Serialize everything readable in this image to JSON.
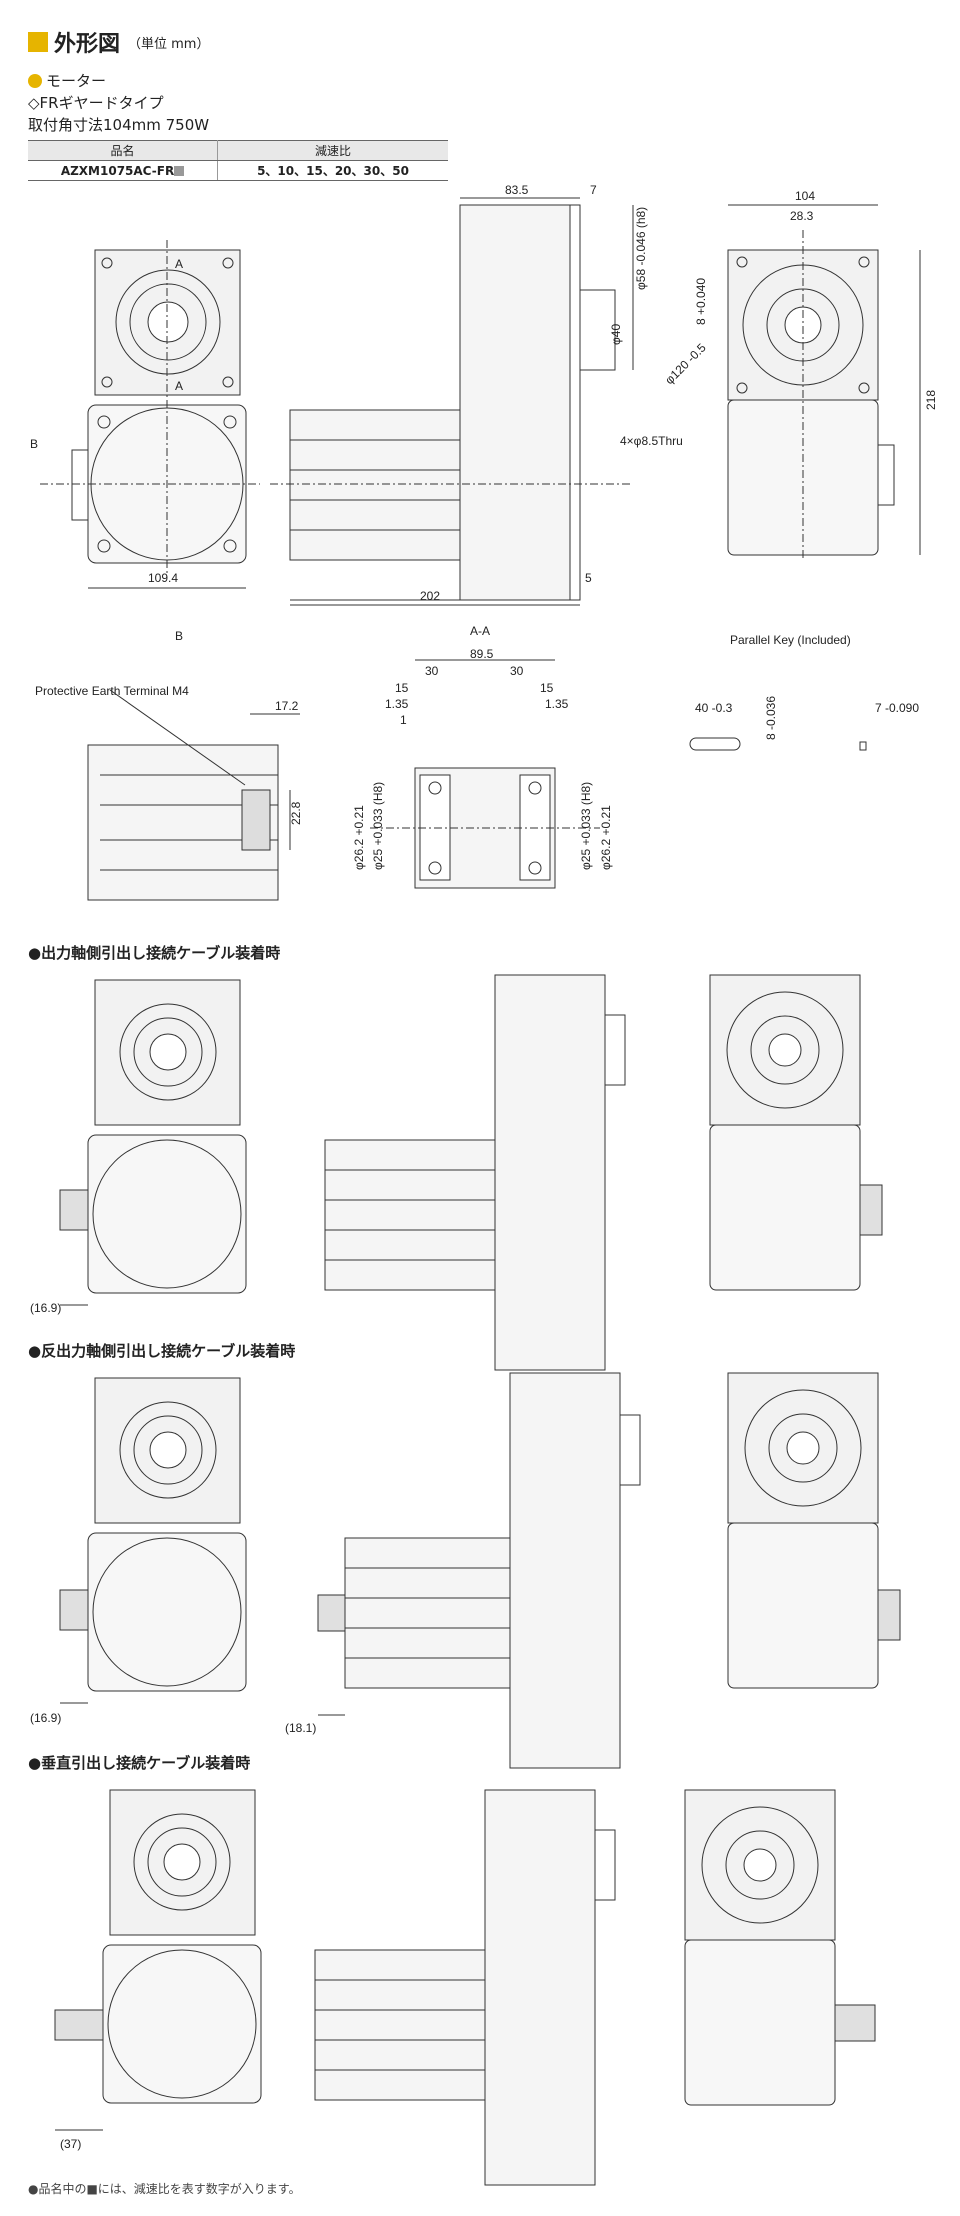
{
  "header": {
    "title": "外形図",
    "unit": "（単位 mm）"
  },
  "product": {
    "category": "モーター",
    "type": "◇FRギヤードタイプ",
    "size": "取付角寸法104mm 750W"
  },
  "spec_table": {
    "headers": [
      "品名",
      "減速比"
    ],
    "row": {
      "name": "AZXM1075AC-FR",
      "ratio": "5、10、15、20、30、50"
    }
  },
  "dims": {
    "d83_5": "83.5",
    "d7": "7",
    "d5": "5",
    "d202": "202",
    "d109_4": "109.4",
    "d104": "104",
    "d28_3": "28.3",
    "d218": "218",
    "phi58": "φ58 -0.046 (h8)",
    "phi40": "φ40",
    "phi120": "φ120 -0.5",
    "thru": "4×φ8.5Thru",
    "eight": "8 +0.040",
    "labelA": "A",
    "labelB": "B",
    "labelAA": "A-A",
    "d89_5": "89.5",
    "d30": "30",
    "d15": "15",
    "d1_35": "1.35",
    "d1": "1",
    "phi26": "φ26.2 +0.21",
    "phi25": "φ25 +0.033 (H8)",
    "pe": "Protective Earth Terminal M4",
    "d17_2": "17.2",
    "d22_8": "22.8",
    "key_title": "Parallel Key (Included)",
    "key40": "40 -0.3",
    "key8": "8 -0.036",
    "key7": "7 -0.090",
    "d16_9": "(16.9)",
    "d18_1": "(18.1)",
    "d37": "(37)"
  },
  "sections": {
    "s1": "●出力軸側引出し接続ケーブル装着時",
    "s2": "●反出力軸側引出し接続ケーブル装着時",
    "s3": "●垂直引出し接続ケーブル装着時"
  },
  "footnote": "●品名中の■には、減速比を表す数字が入ります。"
}
